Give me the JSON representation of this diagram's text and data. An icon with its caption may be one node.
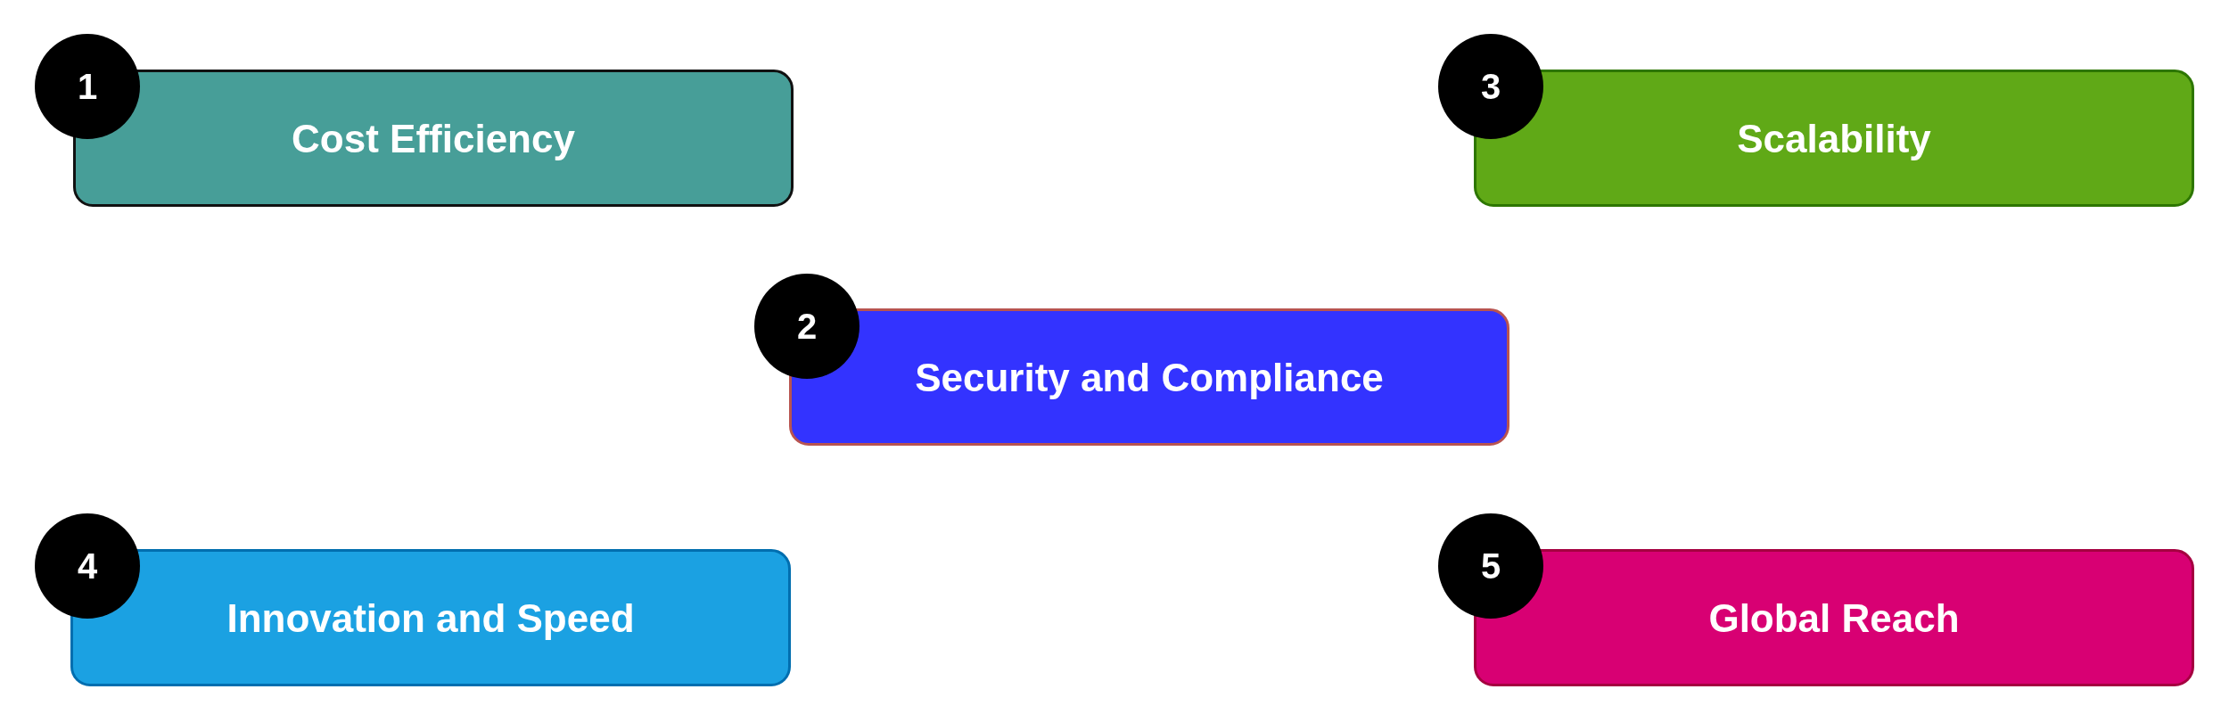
{
  "diagram": {
    "nodes": [
      {
        "text": [
          "1"
        ]
      },
      {
        "text": [
          "Cost Efficiency"
        ]
      },
      {
        "text": [
          "3"
        ]
      },
      {
        "text": [
          "Scalability"
        ]
      },
      {
        "text": [
          "2"
        ]
      },
      {
        "text": [
          "Security and Compliance"
        ]
      },
      {
        "text": [
          "4"
        ]
      },
      {
        "text": [
          "Innovation and Speed"
        ]
      },
      {
        "text": [
          "5"
        ]
      },
      {
        "text": [
          "Global Reach"
        ]
      }
    ]
  }
}
